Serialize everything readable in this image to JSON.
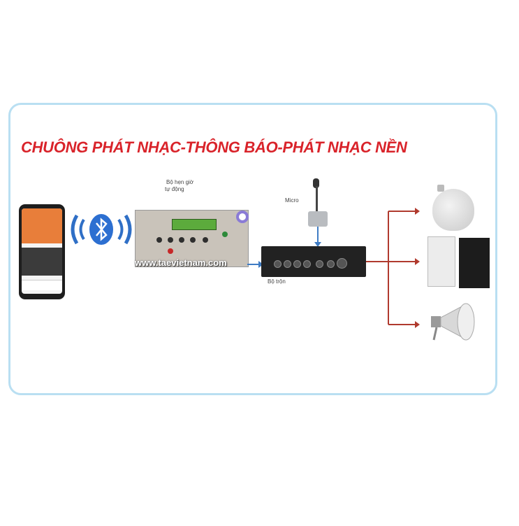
{
  "diagram": {
    "title": "CHUÔNG PHÁT NHẠC-THÔNG BÁO-PHÁT NHẠC NỀN",
    "timer_label_line1": "Bộ hẹn giờ",
    "timer_label_line2": "tự động",
    "micro_label": "Micro",
    "mixer_label": "Bộ trộn",
    "website": "www.taevietnam.com",
    "bluetooth_icon": "bluetooth-icon",
    "accent_color": "#d9232a",
    "frame_color": "#b9dff2",
    "arrow_color": "#b03a2e",
    "connector_color": "#3f7cc4"
  }
}
